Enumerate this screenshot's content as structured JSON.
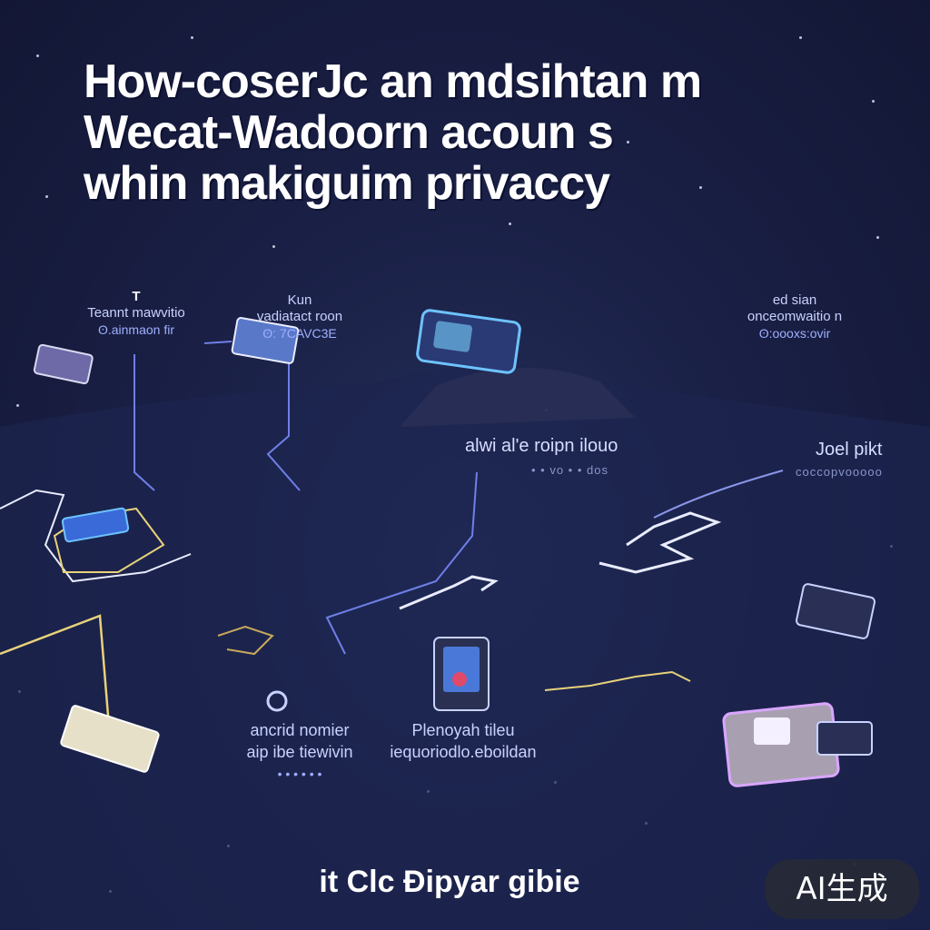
{
  "title": {
    "line1": "How-coserЈc an mdsihtan m",
    "line2": "Wecat-Wadoorn acoun s",
    "line3": "whin makiguim privaccy"
  },
  "labels": {
    "top_left": {
      "icon": "T",
      "line1": "Teannt mawvitio",
      "line2": "ʘ.ainmaon fir"
    },
    "top_center": {
      "line1": "Kun",
      "line2": "vadiatact roon",
      "line3": "ʘ: 7CAVC3E"
    },
    "top_right": {
      "line1": "ed sian",
      "line2": "onceomwaitio n",
      "line3": "ʘ:oooxs:ovir"
    },
    "middle": {
      "line1": "alwi al'e roipn ilouo",
      "line2": "• • vo • • dos"
    },
    "right_mid": {
      "line1": "Joel pikt",
      "line2": "coccopvooooo"
    },
    "bottom_left": {
      "line1": "ancrid nomier",
      "line2": "aip ibe tiewivin",
      "line3": "• • • • • •"
    },
    "bottom_center": {
      "line1": "Plenoyah tileu",
      "line2": "iequoriodlo.eboildan"
    }
  },
  "caption": "it Clc Đipyar gibie",
  "badge": "AI生成",
  "colors": {
    "background": "#1a2046",
    "line_blue": "#6f7fe8",
    "line_white": "#e9ecff",
    "line_gold": "#e8d27a",
    "device_glow": "#6ec3ff"
  }
}
